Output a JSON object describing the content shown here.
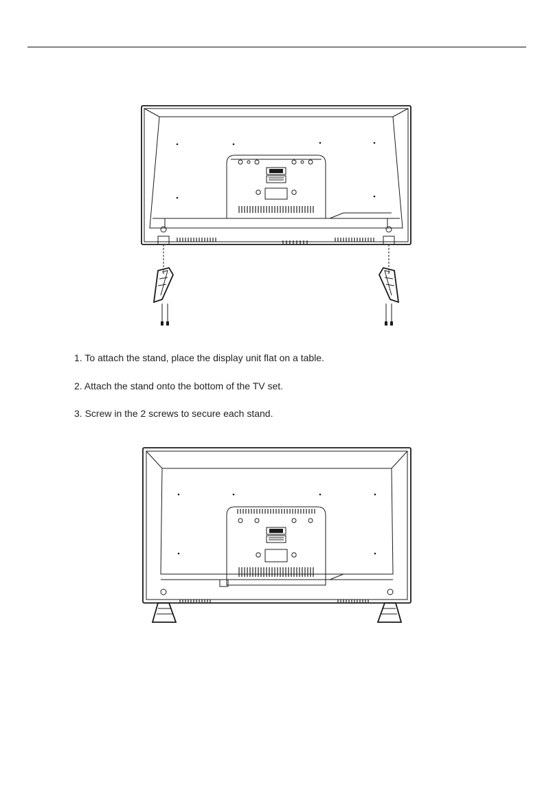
{
  "instructions": {
    "steps": [
      "1. To attach the stand, place the display unit flat on a table.",
      "2. Attach the stand onto the bottom of the TV set.",
      "3. Screw in the 2 screws to secure each stand."
    ]
  },
  "figures": {
    "top": {
      "icon": "tv-back-with-detached-stands-illustration"
    },
    "bottom": {
      "icon": "tv-back-with-attached-stands-illustration"
    }
  },
  "colors": {
    "line": "#1a1a1a",
    "text": "#222222",
    "background": "#ffffff"
  }
}
